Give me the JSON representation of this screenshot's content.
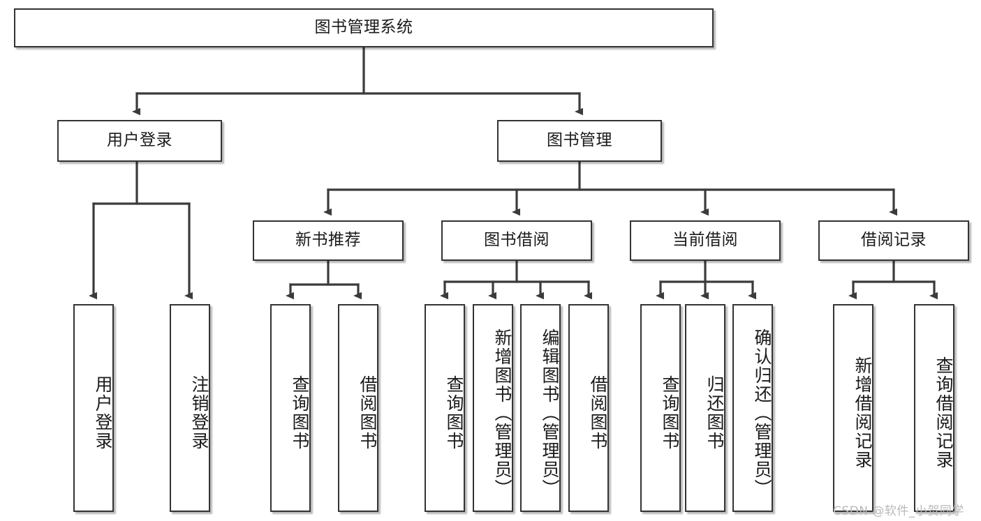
{
  "diagram": {
    "type": "tree-hierarchy-chart",
    "title": "图书管理系统",
    "watermark": "CSDN @软件_小贺同学",
    "colors": {
      "box_border": "#333333",
      "box_fill": "#ffffff",
      "edge": "#3b3b3b",
      "text": "#1a1a1a",
      "watermark": "#b9b9b9",
      "background": "#ffffff"
    },
    "nodes": {
      "root": {
        "label": "图书管理系统",
        "orientation": "horizontal",
        "level": 1
      },
      "user_login": {
        "label": "用户登录",
        "orientation": "horizontal",
        "level": 2
      },
      "book_manage": {
        "label": "图书管理",
        "orientation": "horizontal",
        "level": 2
      },
      "new_book_rec": {
        "label": "新书推荐",
        "orientation": "horizontal",
        "level": 3
      },
      "book_borrow": {
        "label": "图书借阅",
        "orientation": "horizontal",
        "level": 3
      },
      "current_borrow": {
        "label": "当前借阅",
        "orientation": "horizontal",
        "level": 3
      },
      "borrow_record": {
        "label": "借阅记录",
        "orientation": "horizontal",
        "level": 3
      },
      "leaf_user_login": {
        "label": "用户登录",
        "orientation": "vertical",
        "level": 3
      },
      "leaf_logout": {
        "label": "注销登录",
        "orientation": "vertical",
        "level": 3
      },
      "leaf_query_book_a": {
        "label": "查询图书",
        "orientation": "vertical",
        "level": 4
      },
      "leaf_borrow_book_a": {
        "label": "借阅图书",
        "orientation": "vertical",
        "level": 4
      },
      "leaf_query_book_b": {
        "label": "查询图书",
        "orientation": "vertical",
        "level": 4
      },
      "leaf_add_book": {
        "label": "新增图书（管理员）",
        "orientation": "vertical",
        "level": 4
      },
      "leaf_edit_book": {
        "label": "编辑图书（管理员）",
        "orientation": "vertical",
        "level": 4
      },
      "leaf_borrow_book_b": {
        "label": "借阅图书",
        "orientation": "vertical",
        "level": 4
      },
      "leaf_query_book_c": {
        "label": "查询图书",
        "orientation": "vertical",
        "level": 4
      },
      "leaf_return_book": {
        "label": "归还图书",
        "orientation": "vertical",
        "level": 4
      },
      "leaf_confirm_return": {
        "label": "确认归还（管理员）",
        "orientation": "vertical",
        "level": 4
      },
      "leaf_add_record": {
        "label": "新增借阅记录",
        "orientation": "vertical",
        "level": 4
      },
      "leaf_query_record": {
        "label": "查询借阅记录",
        "orientation": "vertical",
        "level": 4
      }
    },
    "edges": [
      {
        "from": "root",
        "to": "user_login"
      },
      {
        "from": "root",
        "to": "book_manage"
      },
      {
        "from": "user_login",
        "to": "leaf_user_login"
      },
      {
        "from": "user_login",
        "to": "leaf_logout"
      },
      {
        "from": "book_manage",
        "to": "new_book_rec"
      },
      {
        "from": "book_manage",
        "to": "book_borrow"
      },
      {
        "from": "book_manage",
        "to": "current_borrow"
      },
      {
        "from": "book_manage",
        "to": "borrow_record"
      },
      {
        "from": "new_book_rec",
        "to": "leaf_query_book_a"
      },
      {
        "from": "new_book_rec",
        "to": "leaf_borrow_book_a"
      },
      {
        "from": "book_borrow",
        "to": "leaf_query_book_b"
      },
      {
        "from": "book_borrow",
        "to": "leaf_add_book"
      },
      {
        "from": "book_borrow",
        "to": "leaf_edit_book"
      },
      {
        "from": "book_borrow",
        "to": "leaf_borrow_book_b"
      },
      {
        "from": "current_borrow",
        "to": "leaf_query_book_c"
      },
      {
        "from": "current_borrow",
        "to": "leaf_return_book"
      },
      {
        "from": "current_borrow",
        "to": "leaf_confirm_return"
      },
      {
        "from": "borrow_record",
        "to": "leaf_add_record"
      },
      {
        "from": "borrow_record",
        "to": "leaf_query_record"
      }
    ]
  }
}
